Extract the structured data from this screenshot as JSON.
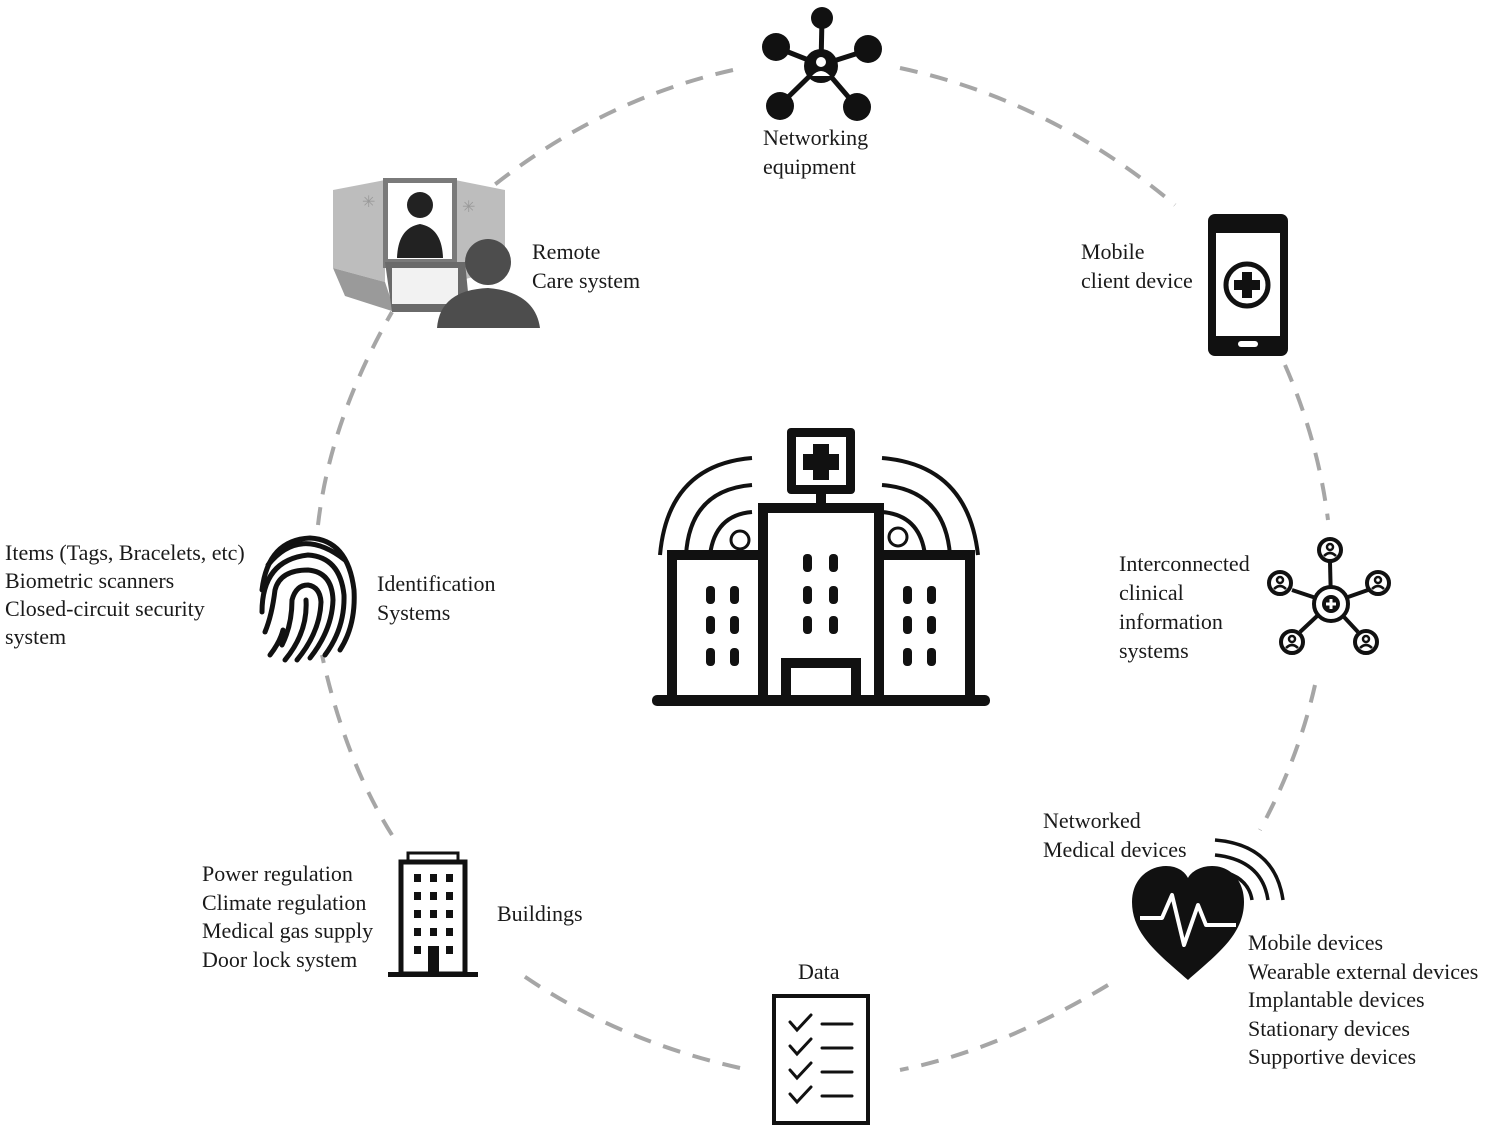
{
  "nodes": {
    "networking": {
      "lines": [
        "Networking",
        "equipment"
      ],
      "icon": "network-hub-icon"
    },
    "remote_care": {
      "lines": [
        "Remote",
        "Care system"
      ],
      "icon": "telehealth-kiosk-icon"
    },
    "mobile_client": {
      "lines": [
        "Mobile",
        "client device"
      ],
      "icon": "smartphone-medical-icon"
    },
    "identification": {
      "lines": [
        "Identification",
        "Systems"
      ],
      "items": [
        "Items (Tags, Bracelets, etc)",
        "Biometric scanners",
        "Closed-circuit security",
        "system"
      ],
      "icon": "fingerprint-icon"
    },
    "clinical_info": {
      "lines": [
        "Interconnected",
        "clinical",
        "information",
        "systems"
      ],
      "icon": "clinical-network-icon"
    },
    "buildings": {
      "lines": [
        "Buildings"
      ],
      "items": [
        "Power regulation",
        "Climate regulation",
        "Medical gas supply",
        "Door lock system"
      ],
      "icon": "office-building-icon"
    },
    "medical_devices": {
      "lines": [
        "Networked",
        "Medical devices"
      ],
      "items": [
        "Mobile devices",
        "Wearable external devices",
        "Implantable devices",
        "Stationary devices",
        "Supportive devices"
      ],
      "icon": "heart-pulse-icon"
    },
    "data": {
      "lines": [
        "Data"
      ],
      "icon": "checklist-icon"
    }
  },
  "center": {
    "icon": "connected-hospital-icon"
  },
  "colors": {
    "ring": "#a6a6a6",
    "icon": "#111111",
    "kiosk_gray": "#8c8c8c",
    "person_gray": "#4d4d4d"
  }
}
